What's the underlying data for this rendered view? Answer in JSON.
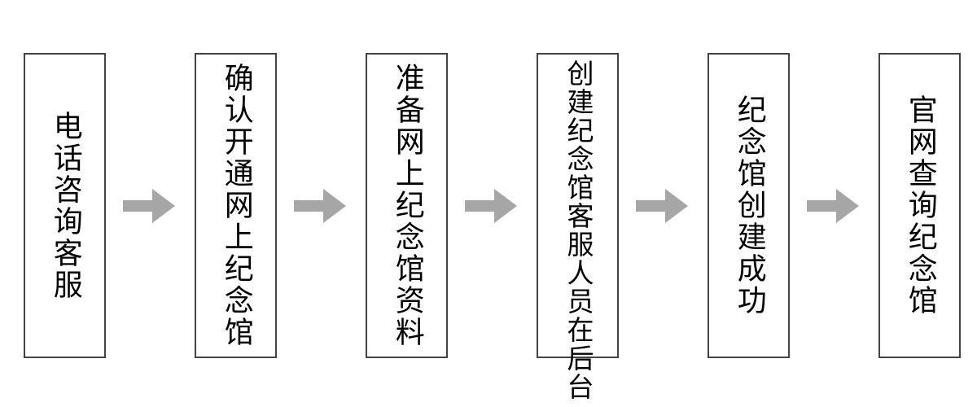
{
  "diagram": {
    "type": "linear-process-flow",
    "orientation": "left-to-right",
    "text_direction": "vertical-right-to-left",
    "step_count": 6,
    "arrow_count": 5,
    "colors": {
      "background": "#ffffff",
      "node_fill": "#ffffff",
      "node_border": "#434343",
      "node_text": "#000000",
      "arrow_fill": "#a6a6a6"
    },
    "nodes": [
      {
        "index": 1,
        "name": "phone-consult-customer-service",
        "columns": [
          "电话咨询客服"
        ]
      },
      {
        "index": 2,
        "name": "confirm-open-online-memorial-hall",
        "columns": [
          "确认开通网上纪念馆"
        ]
      },
      {
        "index": 3,
        "name": "prepare-online-memorial-hall-materials",
        "columns": [
          "准备网上纪念馆资料"
        ]
      },
      {
        "index": 4,
        "name": "staff-creates-memorial-hall-in-backend",
        "columns": [
          "客服人员在后台",
          "创建纪念馆"
        ]
      },
      {
        "index": 5,
        "name": "memorial-hall-created-successfully",
        "columns": [
          "纪念馆创建成功"
        ]
      },
      {
        "index": 6,
        "name": "query-memorial-hall-on-official-site",
        "columns": [
          "官网查询纪念馆"
        ]
      }
    ],
    "arrows": [
      {
        "index": 1,
        "glyph": "right-arrow"
      },
      {
        "index": 2,
        "glyph": "right-arrow"
      },
      {
        "index": 3,
        "glyph": "right-arrow"
      },
      {
        "index": 4,
        "glyph": "right-arrow"
      },
      {
        "index": 5,
        "glyph": "right-arrow"
      }
    ]
  }
}
